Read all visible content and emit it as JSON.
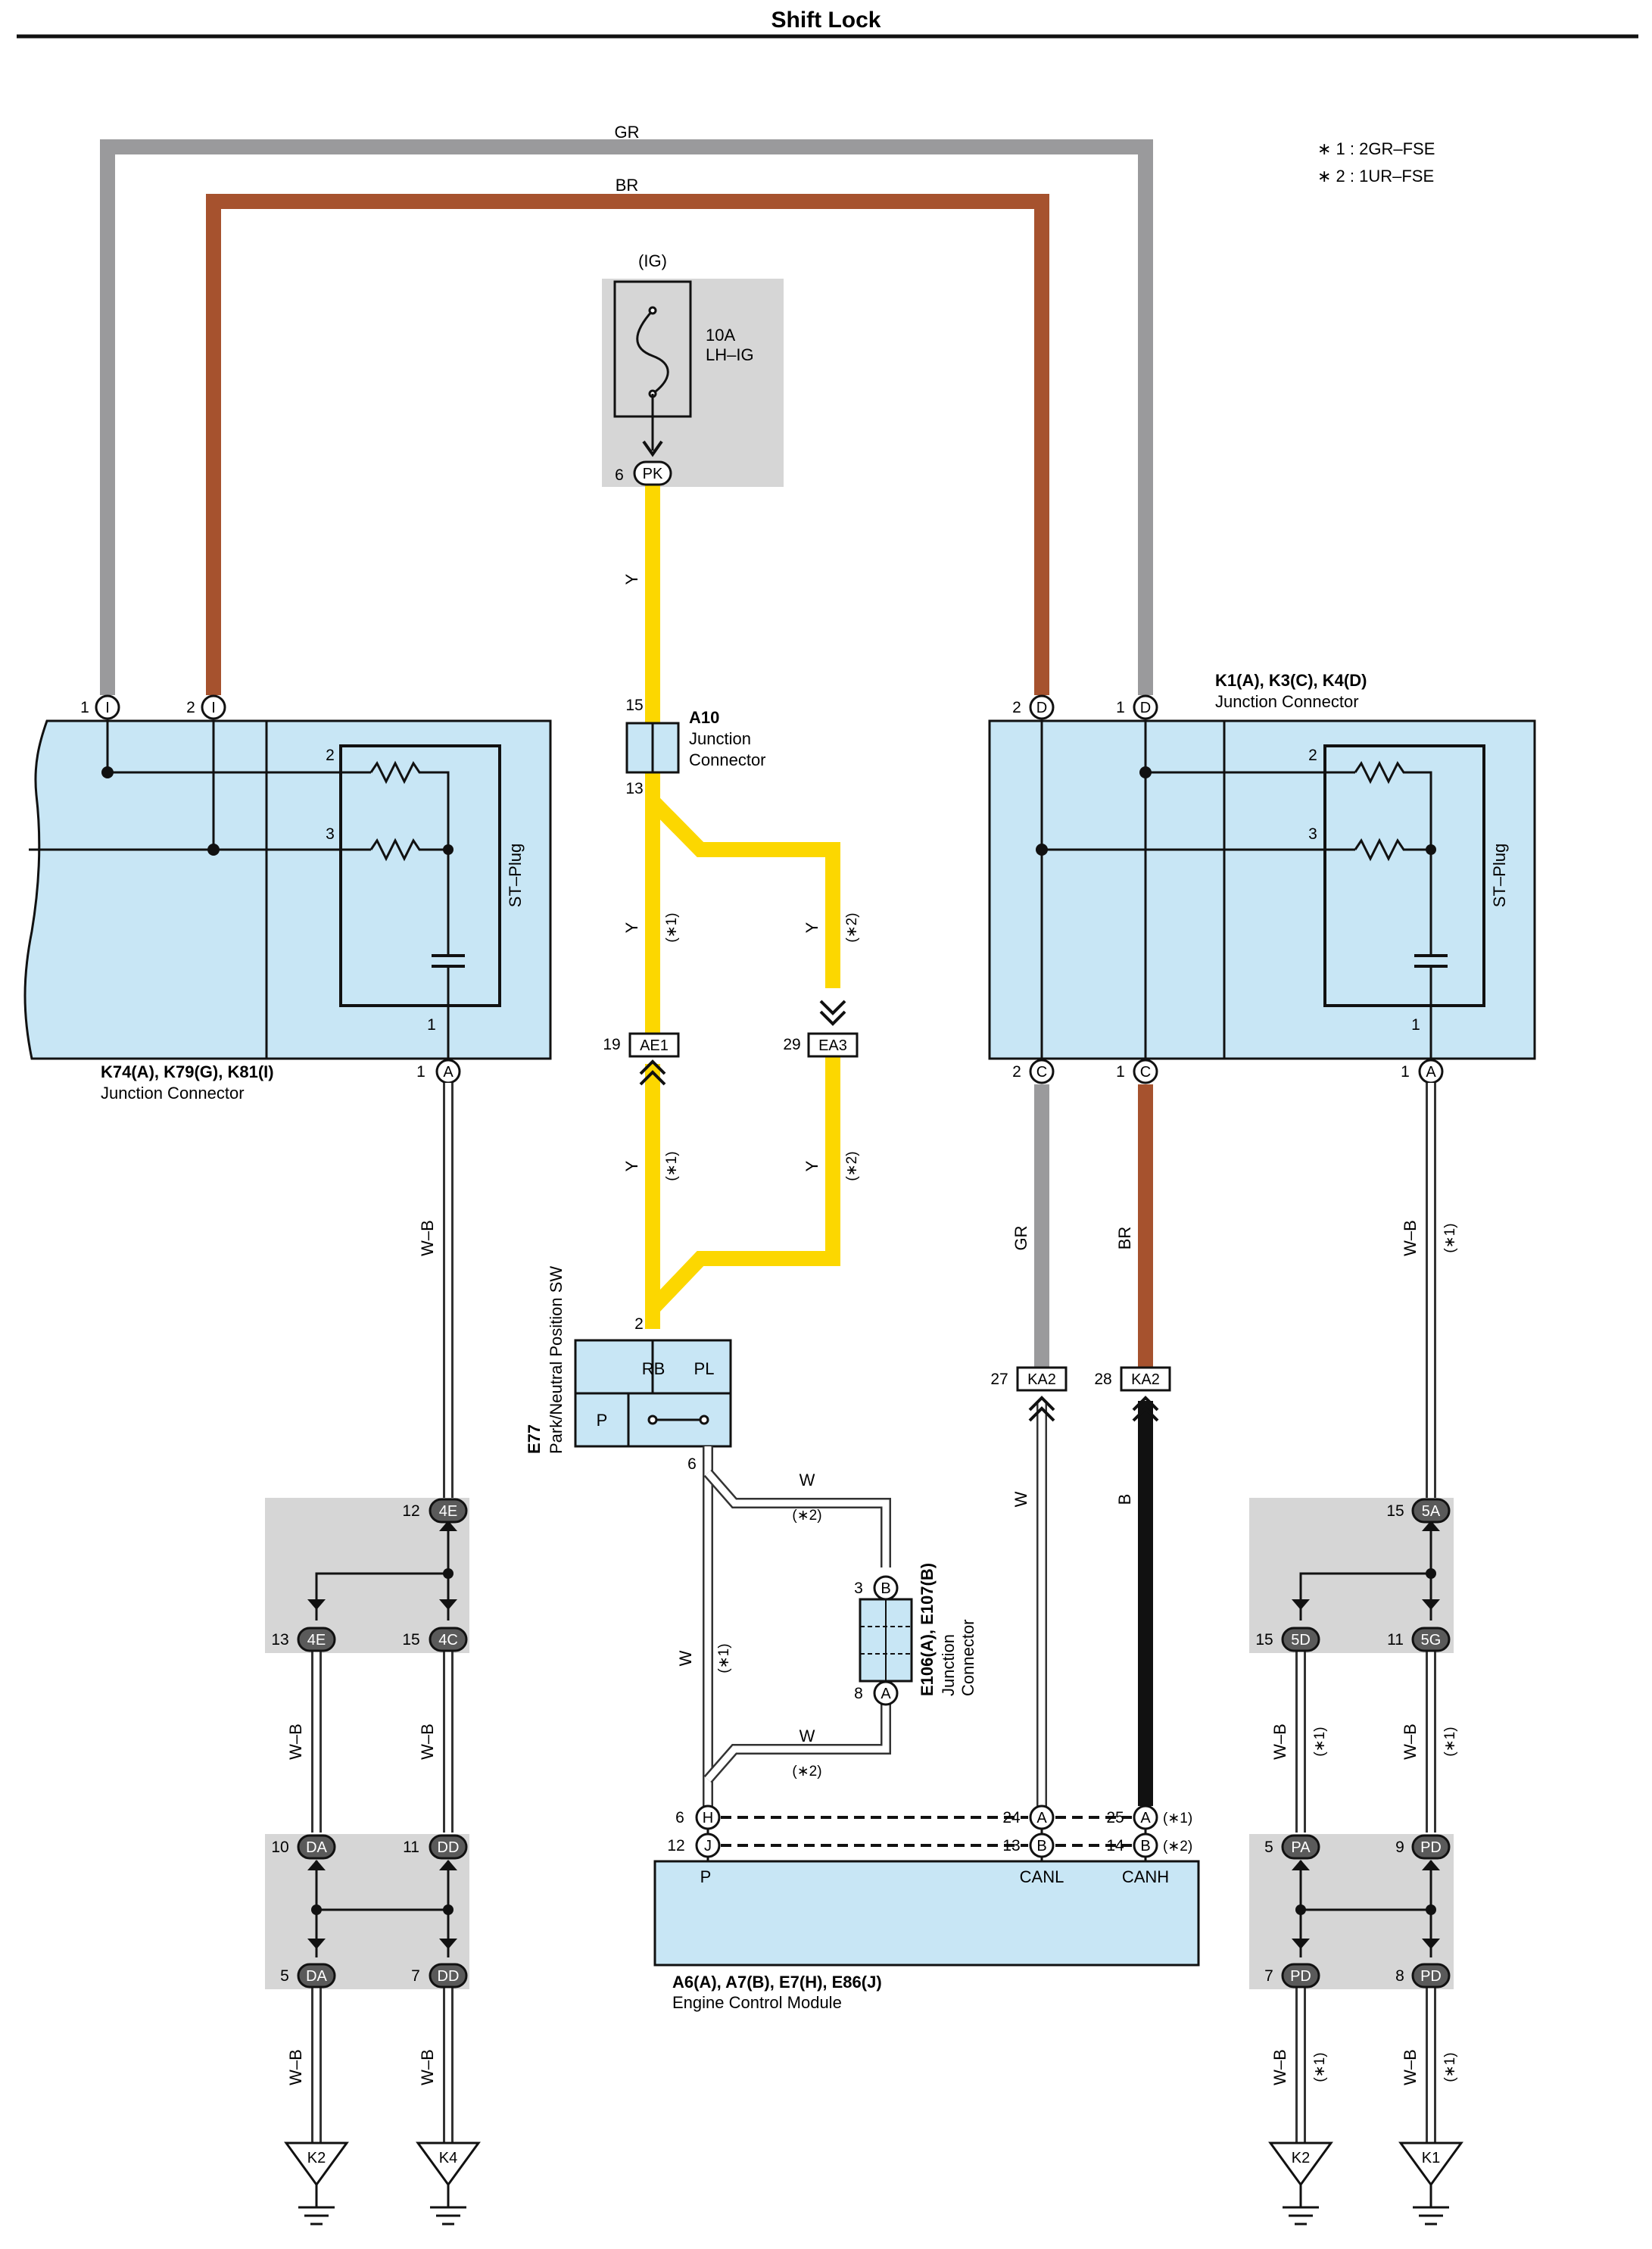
{
  "title": "Shift Lock",
  "notes": [
    "∗ 1 : 2GR–FSE",
    "∗ 2 : 1UR–FSE"
  ],
  "colors": {
    "GR": "#9a9a9c",
    "BR": "#a6522e",
    "Y": "#fcd700",
    "WB_outer": "#333333",
    "W": "#ffffff",
    "B": "#111111",
    "box_fill": "#c8e6f5",
    "shade": "#d6d6d6"
  },
  "wires": {
    "gr": "GR",
    "br": "BR",
    "y": "Y",
    "wb": "W–B",
    "w": "W",
    "b": "B",
    "n1": "(∗1)",
    "n2": "(∗2)"
  },
  "fuse": {
    "source": "(IG)",
    "rating": "10A",
    "name": "LH–IG",
    "pin": "6",
    "term": "PK"
  },
  "a10": {
    "id": "A10",
    "name1": "Junction",
    "name2": "Connector",
    "pin_top": "15",
    "pin_bottom": "13"
  },
  "left_jc": {
    "id": "K74(A), K79(G), K81(I)",
    "name": "Junction Connector",
    "plug": "ST–Plug",
    "pins_top": [
      "1",
      "2"
    ],
    "term_top": "I",
    "int_pins": [
      "2",
      "3",
      "1"
    ],
    "pin_bottom": "1",
    "term_bottom": "A"
  },
  "right_jc": {
    "id": "K1(A), K3(C), K4(D)",
    "name": "Junction Connector",
    "plug": "ST–Plug",
    "pins_top": [
      "2",
      "1"
    ],
    "term_top": "D",
    "int_pins": [
      "2",
      "3",
      "1"
    ],
    "pins_bottom": [
      "2",
      "1",
      "1"
    ],
    "terms_bottom": [
      "C",
      "C",
      "A"
    ]
  },
  "ae1": {
    "pin": "19",
    "term": "AE1"
  },
  "ea3": {
    "pin": "29",
    "term": "EA3"
  },
  "e77": {
    "id": "E77",
    "name": "Park/Neutral Position SW",
    "rb": "RB",
    "pl": "PL",
    "p": "P",
    "pin_top": "2",
    "pin_bottom": "6"
  },
  "ka2": {
    "pins": [
      "27",
      "28"
    ],
    "term": "KA2"
  },
  "e106": {
    "id": "E106(A), E107(B)",
    "name1": "Junction",
    "name2": "Connector",
    "pin_top": "3",
    "term_top": "B",
    "pin_bottom": "8",
    "term_bottom": "A"
  },
  "ecm": {
    "id": "A6(A), A7(B), E7(H), E86(J)",
    "name": "Engine Control Module",
    "p": "P",
    "canl": "CANL",
    "canh": "CANH",
    "left_pins": [
      "6",
      "12"
    ],
    "left_terms": [
      "H",
      "J"
    ],
    "canl_pins": [
      "24",
      "13"
    ],
    "canl_terms": [
      "A",
      "B"
    ],
    "canh_pins": [
      "25",
      "14"
    ],
    "canh_terms": [
      "A",
      "B"
    ]
  },
  "left_splice": {
    "top_pin": "12",
    "top_term": "4E",
    "mid_pins": [
      "13",
      "15"
    ],
    "mid_terms": [
      "4E",
      "4C"
    ],
    "j_top_pins": [
      "10",
      "11"
    ],
    "j_top_terms": [
      "DA",
      "DD"
    ],
    "j_bot_pins": [
      "5",
      "7"
    ],
    "j_bot_terms": [
      "DA",
      "DD"
    ],
    "grounds": [
      "K2",
      "K4"
    ]
  },
  "right_splice": {
    "top_pin": "15",
    "top_term": "5A",
    "mid_pins": [
      "15",
      "11"
    ],
    "mid_terms": [
      "5D",
      "5G"
    ],
    "j_top_pins": [
      "5",
      "9"
    ],
    "j_top_terms": [
      "PA",
      "PD"
    ],
    "j_bot_pins": [
      "7",
      "8"
    ],
    "j_bot_terms": [
      "PD",
      "PD"
    ],
    "grounds": [
      "K2",
      "K1"
    ]
  }
}
